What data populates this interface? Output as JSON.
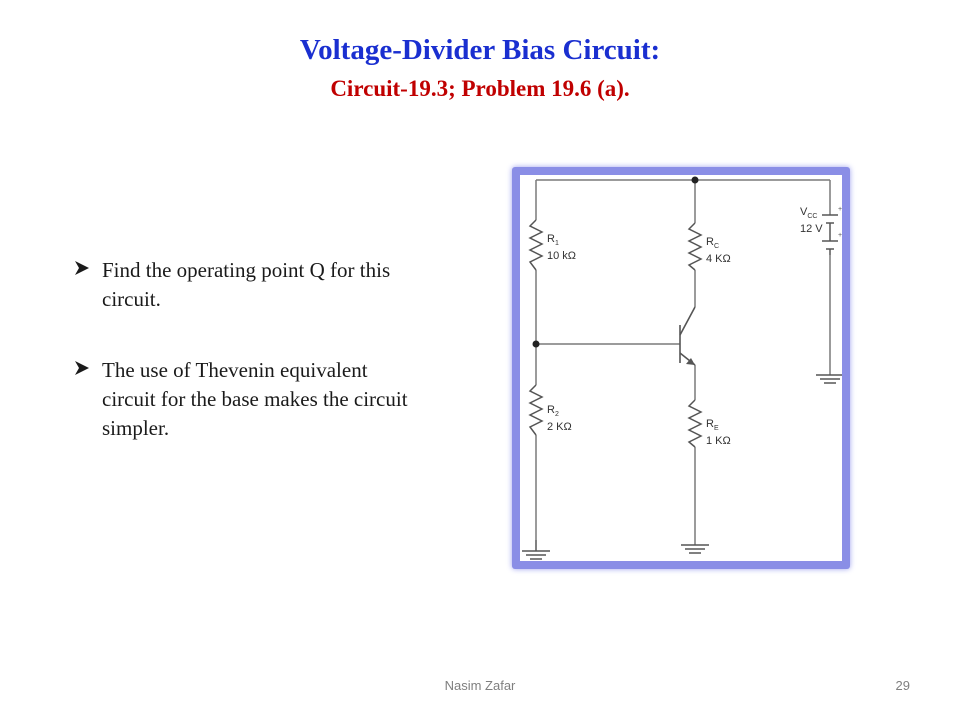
{
  "slide": {
    "title": "Voltage-Divider Bias Circuit:",
    "subtitle": "Circuit-19.3; Problem 19.6 (a).",
    "bullets": [
      {
        "lines": [
          "Find the operating point Q for this",
          "circuit."
        ]
      },
      {
        "lines": [
          "The use of  Thevenin equivalent",
          "circuit for the base makes the circuit",
          "simpler."
        ]
      }
    ],
    "author": "Nasim Zafar",
    "page_number": "29"
  },
  "circuit": {
    "r1": {
      "name": "R",
      "sub": "1",
      "value": "10 kΩ"
    },
    "r2": {
      "name": "R",
      "sub": "2",
      "value": "2 KΩ"
    },
    "rc": {
      "name": "R",
      "sub": "C",
      "value": "4 KΩ"
    },
    "re": {
      "name": "R",
      "sub": "E",
      "value": "1 KΩ"
    },
    "vcc": {
      "name": "V",
      "sub": "CC",
      "value": "12 V"
    }
  },
  "colors": {
    "title": "#1a2fd0",
    "subtitle": "#c00000",
    "frame": "#8a8ee6",
    "wire": "#7a7a7a"
  }
}
